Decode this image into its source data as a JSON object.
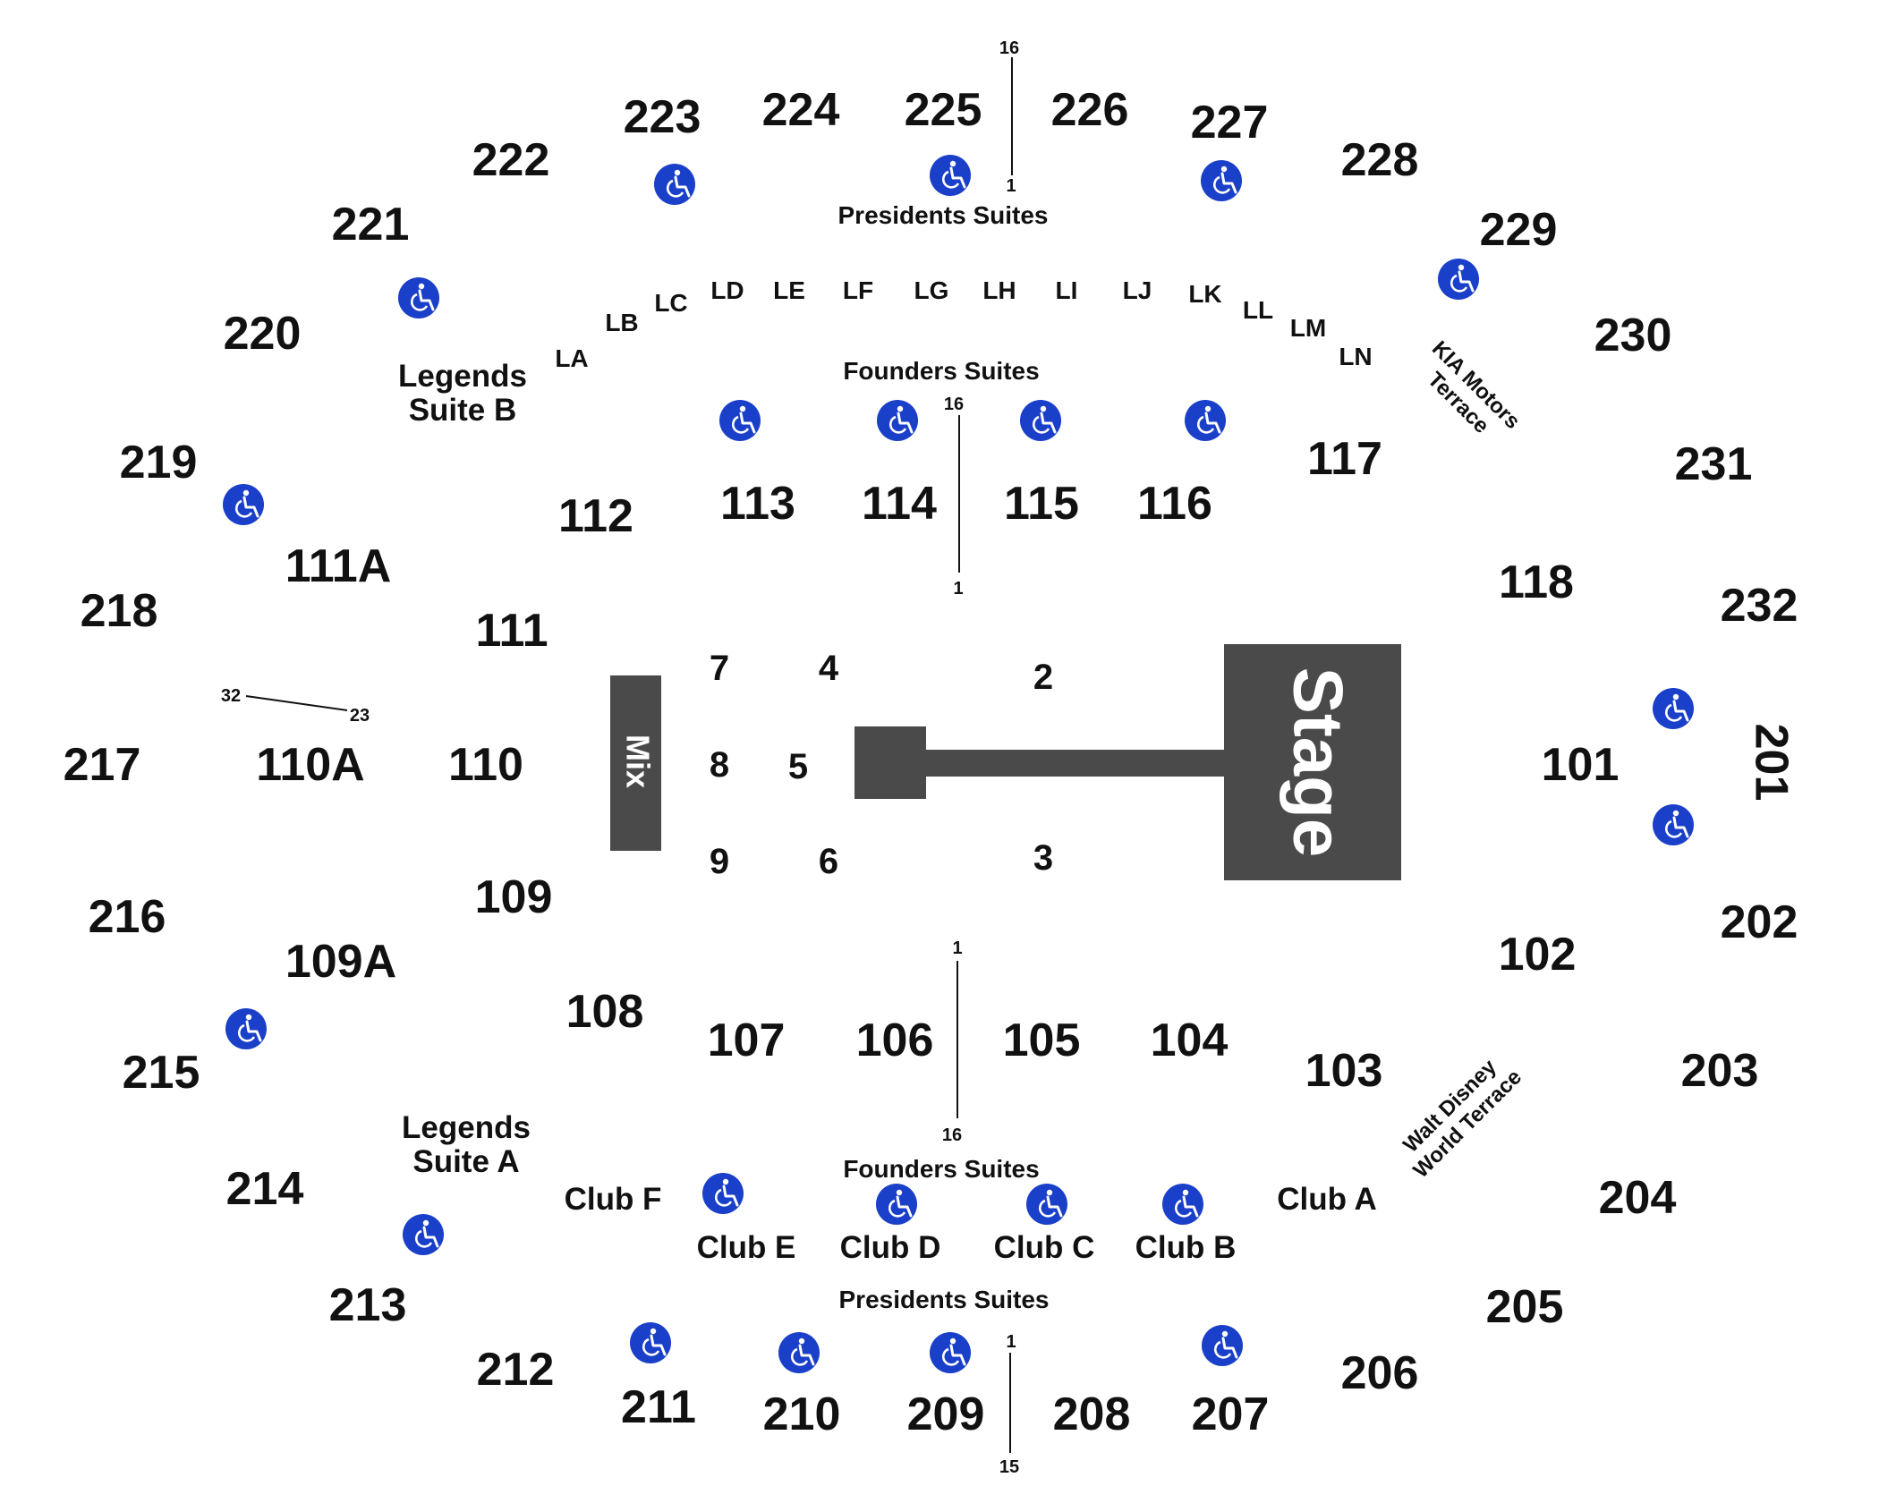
{
  "colors": {
    "stage": "#4a4a4a",
    "ada_icon_bg": "#1a3fc9",
    "ada_icon_fg": "#ffffff",
    "text": "#111111"
  },
  "icons": {
    "accessible": "wheelchair-icon"
  },
  "upper_sections": [
    "201",
    "202",
    "203",
    "204",
    "205",
    "206",
    "207",
    "208",
    "209",
    "210",
    "211",
    "212",
    "213",
    "214",
    "215",
    "216",
    "217",
    "218",
    "219",
    "220",
    "221",
    "222",
    "223",
    "224",
    "225",
    "226",
    "227",
    "228",
    "229",
    "230",
    "231",
    "232"
  ],
  "lower_sections": [
    "101",
    "102",
    "103",
    "104",
    "105",
    "106",
    "107",
    "108",
    "109",
    "109A",
    "110",
    "110A",
    "111",
    "111A",
    "112",
    "113",
    "114",
    "115",
    "116",
    "117",
    "118"
  ],
  "floor_sections": [
    "2",
    "3",
    "4",
    "5",
    "6",
    "7",
    "8",
    "9"
  ],
  "loge_boxes": [
    "LA",
    "LB",
    "LC",
    "LD",
    "LE",
    "LF",
    "LG",
    "LH",
    "LI",
    "LJ",
    "LK",
    "LL",
    "LM",
    "LN"
  ],
  "clubs": [
    "Club A",
    "Club B",
    "Club C",
    "Club D",
    "Club E",
    "Club F"
  ],
  "labels": {
    "stage": "Stage",
    "mix": "Mix",
    "presidents_suites": "Presidents Suites",
    "founders_suites": "Founders Suites",
    "legends_suite_a": [
      "Legends",
      "Suite A"
    ],
    "legends_suite_b": [
      "Legends",
      "Suite B"
    ],
    "kia_terrace": [
      "KIA Motors",
      "Terrace"
    ],
    "disney_terrace": [
      "Walt Disney",
      "World Terrace"
    ]
  },
  "row_markers": {
    "top_225": [
      "16",
      "1"
    ],
    "top_114": [
      "16",
      "1"
    ],
    "bottom_106": [
      "1",
      "16"
    ],
    "bottom_209": [
      "1",
      "15"
    ],
    "side_110A": [
      "32",
      "23"
    ]
  },
  "accessible_count": 22
}
